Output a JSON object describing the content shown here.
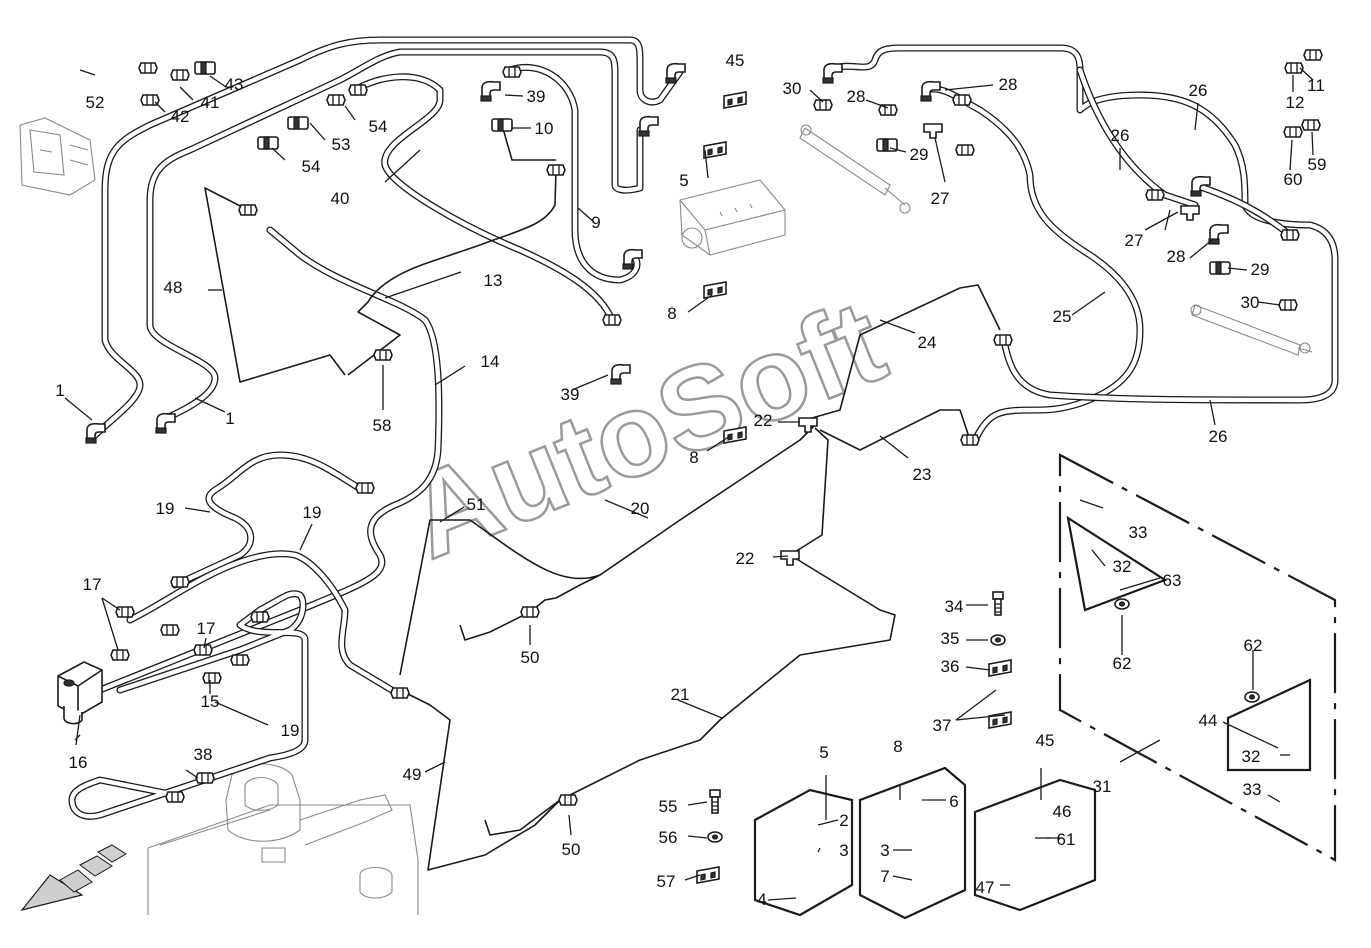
{
  "watermark": "AutoSoft",
  "callouts": [
    {
      "id": "c1a",
      "text": "1"
    },
    {
      "id": "c1b",
      "text": "1"
    },
    {
      "id": "c2",
      "text": "2"
    },
    {
      "id": "c3a",
      "text": "3"
    },
    {
      "id": "c3b",
      "text": "3"
    },
    {
      "id": "c4",
      "text": "4"
    },
    {
      "id": "c5a",
      "text": "5"
    },
    {
      "id": "c5b",
      "text": "5"
    },
    {
      "id": "c6",
      "text": "6"
    },
    {
      "id": "c7",
      "text": "7"
    },
    {
      "id": "c8a",
      "text": "8"
    },
    {
      "id": "c8b",
      "text": "8"
    },
    {
      "id": "c8c",
      "text": "8"
    },
    {
      "id": "c9",
      "text": "9"
    },
    {
      "id": "c10",
      "text": "10"
    },
    {
      "id": "c11",
      "text": "11"
    },
    {
      "id": "c12",
      "text": "12"
    },
    {
      "id": "c13",
      "text": "13"
    },
    {
      "id": "c14",
      "text": "14"
    },
    {
      "id": "c15",
      "text": "15"
    },
    {
      "id": "c16",
      "text": "16"
    },
    {
      "id": "c17a",
      "text": "17"
    },
    {
      "id": "c17b",
      "text": "17"
    },
    {
      "id": "c19a",
      "text": "19"
    },
    {
      "id": "c19b",
      "text": "19"
    },
    {
      "id": "c19c",
      "text": "19"
    },
    {
      "id": "c20",
      "text": "20"
    },
    {
      "id": "c21",
      "text": "21"
    },
    {
      "id": "c22a",
      "text": "22"
    },
    {
      "id": "c22b",
      "text": "22"
    },
    {
      "id": "c23",
      "text": "23"
    },
    {
      "id": "c24",
      "text": "24"
    },
    {
      "id": "c25",
      "text": "25"
    },
    {
      "id": "c26a",
      "text": "26"
    },
    {
      "id": "c26b",
      "text": "26"
    },
    {
      "id": "c26c",
      "text": "26"
    },
    {
      "id": "c27a",
      "text": "27"
    },
    {
      "id": "c27b",
      "text": "27"
    },
    {
      "id": "c28a",
      "text": "28"
    },
    {
      "id": "c28b",
      "text": "28"
    },
    {
      "id": "c28c",
      "text": "28"
    },
    {
      "id": "c29a",
      "text": "29"
    },
    {
      "id": "c29b",
      "text": "29"
    },
    {
      "id": "c30a",
      "text": "30"
    },
    {
      "id": "c30b",
      "text": "30"
    },
    {
      "id": "c31",
      "text": "31"
    },
    {
      "id": "c32a",
      "text": "32"
    },
    {
      "id": "c32b",
      "text": "32"
    },
    {
      "id": "c33a",
      "text": "33"
    },
    {
      "id": "c33b",
      "text": "33"
    },
    {
      "id": "c34",
      "text": "34"
    },
    {
      "id": "c35",
      "text": "35"
    },
    {
      "id": "c36",
      "text": "36"
    },
    {
      "id": "c37",
      "text": "37"
    },
    {
      "id": "c38",
      "text": "38"
    },
    {
      "id": "c39a",
      "text": "39"
    },
    {
      "id": "c39b",
      "text": "39"
    },
    {
      "id": "c40",
      "text": "40"
    },
    {
      "id": "c41",
      "text": "41"
    },
    {
      "id": "c42",
      "text": "42"
    },
    {
      "id": "c43",
      "text": "43"
    },
    {
      "id": "c44",
      "text": "44"
    },
    {
      "id": "c45a",
      "text": "45"
    },
    {
      "id": "c45b",
      "text": "45"
    },
    {
      "id": "c46",
      "text": "46"
    },
    {
      "id": "c47",
      "text": "47"
    },
    {
      "id": "c48",
      "text": "48"
    },
    {
      "id": "c49",
      "text": "49"
    },
    {
      "id": "c50a",
      "text": "50"
    },
    {
      "id": "c50b",
      "text": "50"
    },
    {
      "id": "c51",
      "text": "51"
    },
    {
      "id": "c52",
      "text": "52"
    },
    {
      "id": "c53",
      "text": "53"
    },
    {
      "id": "c54a",
      "text": "54"
    },
    {
      "id": "c54b",
      "text": "54"
    },
    {
      "id": "c55",
      "text": "55"
    },
    {
      "id": "c56",
      "text": "56"
    },
    {
      "id": "c57",
      "text": "57"
    },
    {
      "id": "c58",
      "text": "58"
    },
    {
      "id": "c59",
      "text": "59"
    },
    {
      "id": "c60",
      "text": "60"
    },
    {
      "id": "c61",
      "text": "61"
    },
    {
      "id": "c62a",
      "text": "62"
    },
    {
      "id": "c62b",
      "text": "62"
    },
    {
      "id": "c63",
      "text": "63"
    }
  ]
}
